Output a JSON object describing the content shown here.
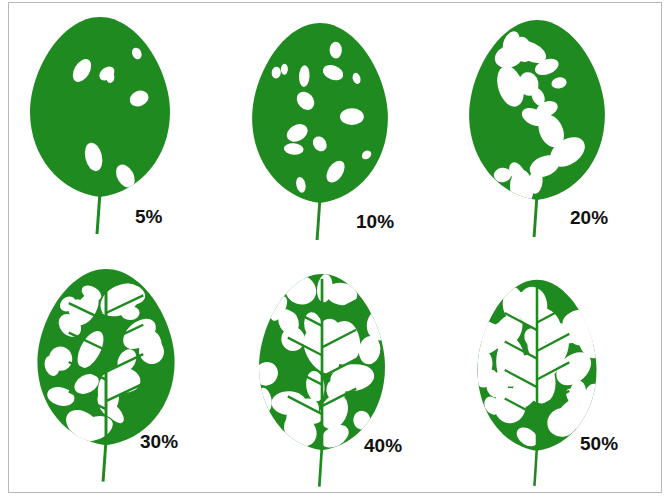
{
  "diagram": {
    "labels": [
      "5%",
      "10%",
      "20%",
      "30%",
      "40%",
      "50%"
    ]
  }
}
